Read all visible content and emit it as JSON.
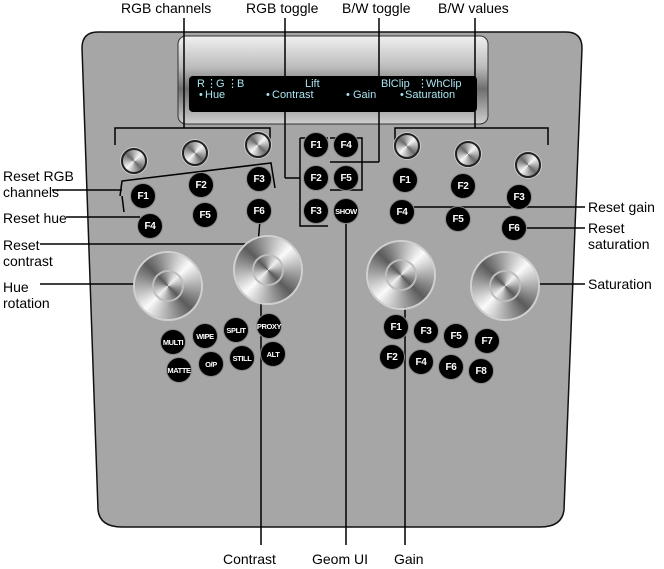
{
  "title": "Color grading control panel diagram",
  "callouts": {
    "top": [
      "RGB channels",
      "RGB toggle",
      "B/W toggle",
      "B/W values"
    ],
    "left": {
      "reset_rgb": "Reset RGB\nchannels",
      "reset_hue": "Reset hue",
      "reset_contrast": "Reset\ncontrast",
      "hue_rotation": "Hue\nrotation"
    },
    "right": {
      "reset_gain": "Reset gain",
      "reset_saturation": "Reset\nsaturation",
      "saturation": "Saturation"
    },
    "bottom": [
      "Contrast",
      "Geom UI",
      "Gain"
    ]
  },
  "display": {
    "row1": {
      "r": "R",
      "g": "G",
      "b": "B",
      "lift": "Lift",
      "blclip": "BlClip",
      "whclip": "WhClip"
    },
    "row2": {
      "hue": "Hue",
      "contrast": "Contrast",
      "gain": "Gain",
      "saturation": "Saturation"
    },
    "text_color": "#a8e4ee"
  },
  "left_group": {
    "buttons": [
      "F1",
      "F2",
      "F3",
      "F4",
      "F5",
      "F6"
    ]
  },
  "center_group": {
    "buttons": [
      "F1",
      "F4",
      "F2",
      "F5",
      "F3",
      "SHOW"
    ]
  },
  "right_group": {
    "buttons": [
      "F1",
      "F2",
      "F3",
      "F4",
      "F5",
      "F6"
    ]
  },
  "mode_buttons": [
    "MULTI",
    "WIPE",
    "SPLIT",
    "PROXY",
    "MATTE",
    "O/P",
    "STILL",
    "ALT"
  ],
  "gain_buttons": [
    "F1",
    "F3",
    "F5",
    "F7",
    "F2",
    "F4",
    "F6",
    "F8"
  ],
  "colors": {
    "panel": "#a6a6a6",
    "button": "#000000",
    "label": "#000000"
  }
}
